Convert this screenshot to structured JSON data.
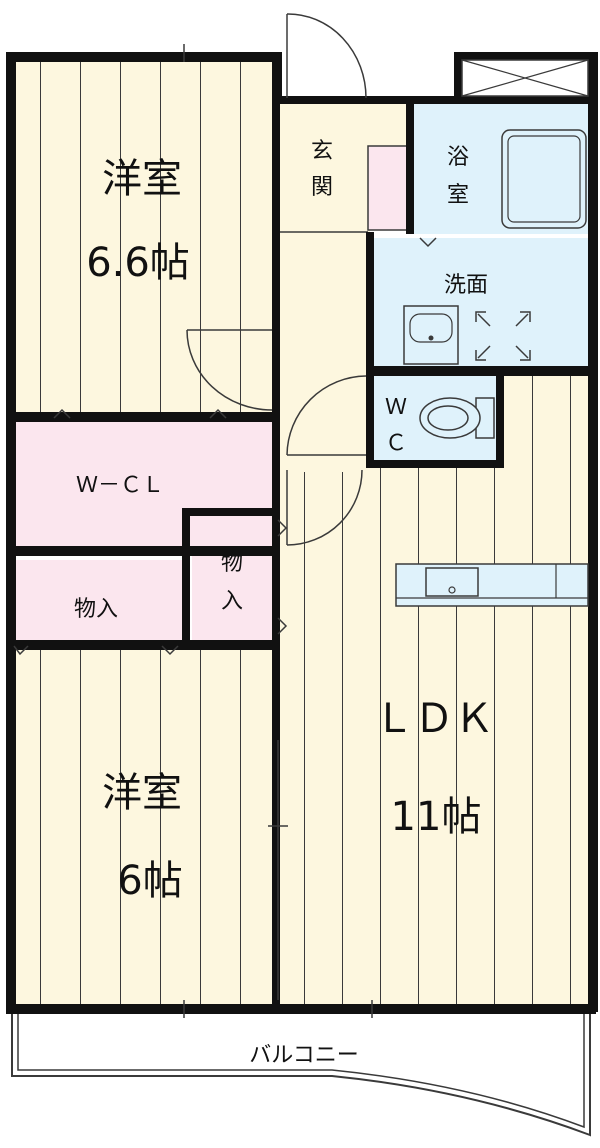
{
  "rooms": {
    "western1": {
      "name": "洋室",
      "size": "6.6帖"
    },
    "western2": {
      "name": "洋室",
      "size": "6帖"
    },
    "ldk": {
      "name": "ＬＤＫ",
      "size": "11帖"
    },
    "wcl": {
      "name": "Ｗ－ＣＬ"
    },
    "storage1": {
      "name": "物入"
    },
    "storage2": {
      "name_line1": "物",
      "name_line2": "入"
    },
    "entrance": {
      "line1": "玄",
      "line2": "関"
    },
    "bath": {
      "line1": "浴",
      "line2": "室"
    },
    "washroom": {
      "name": "洗面"
    },
    "wc": {
      "line1": "Ｗ",
      "line2": "Ｃ"
    },
    "balcony": {
      "name": "バルコニー"
    }
  },
  "colors": {
    "wood_floor": "#fdf7df",
    "closet": "#fbe6ee",
    "wet_area": "#dff2fb",
    "wall": "#111111",
    "line": "#3a3a3a"
  }
}
